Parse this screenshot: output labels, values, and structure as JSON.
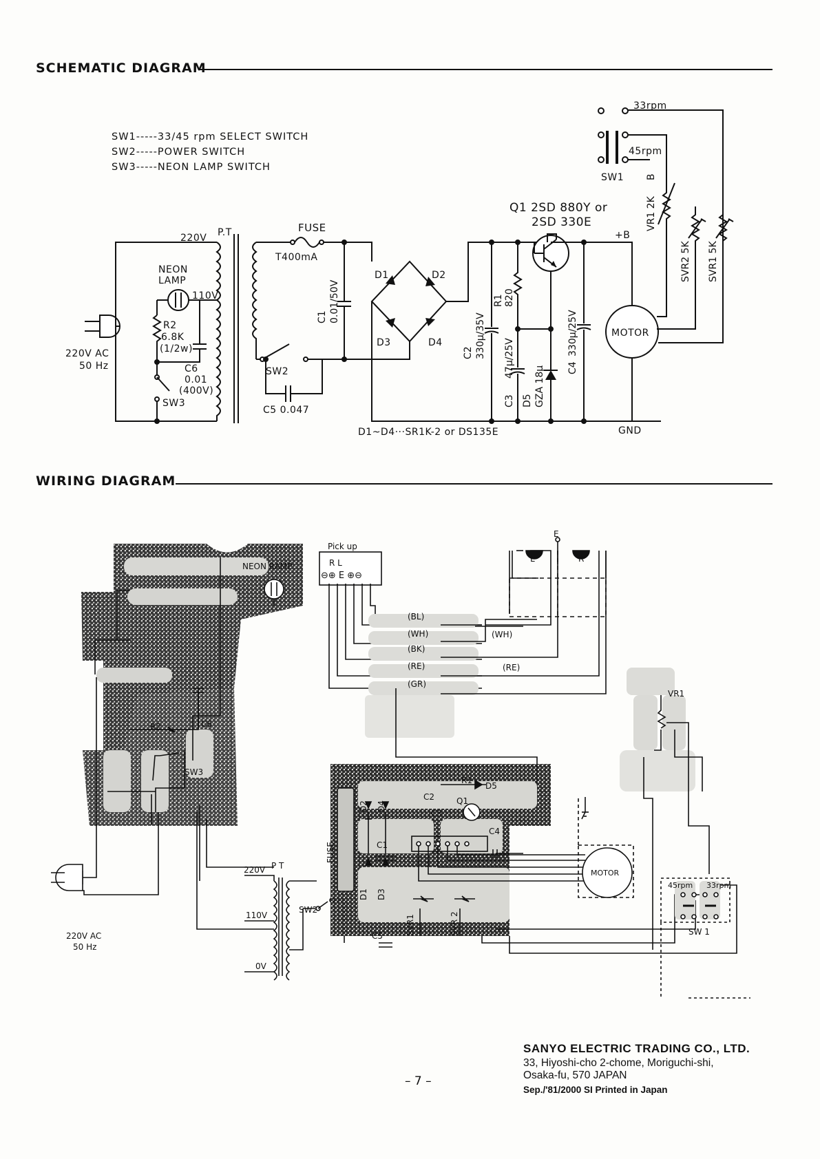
{
  "schematic": {
    "title": "SCHEMATIC DIAGRAM",
    "legend": [
      "SW1-----33/45 rpm  SELECT  SWITCH",
      "SW2-----POWER SWITCH",
      "SW3-----NEON LAMP SWITCH"
    ],
    "labels": {
      "v220": "220V",
      "pt": "P.T",
      "fuse": "FUSE",
      "fuse_rating": "T400mA",
      "neon1": "NEON",
      "neon2": "LAMP",
      "v110": "110V",
      "r2": "R2",
      "r2_val": "6.8K",
      "r2_w": "(1/2w)",
      "c6": "C6",
      "c6_val": "0.01",
      "c6_v": "(400V)",
      "sw3": "SW3",
      "ac1": "220V AC",
      "ac2": "50 Hz",
      "c1": "C1",
      "c1_val": "0.01/50V",
      "sw2": "SW2",
      "c5": "C5  0.047",
      "d1": "D1",
      "d2": "D2",
      "d3": "D3",
      "d4": "D4",
      "diodes": "D1~D4···SR1K-2  or  DS135E",
      "c2": "C2",
      "c2_val": "330μ/35V",
      "r1": "R1",
      "r1_val": "820",
      "c3": "C3",
      "c3_val": "47μ/25V",
      "d5": "D5",
      "d5_val": "GZA 18μ",
      "q1_1": "Q1 2SD 880Y or",
      "q1_2": "2SD 330E",
      "c4": "C4",
      "c4_val": "330μ/25V",
      "motor": "MOTOR",
      "plusb": "+B",
      "gnd": "GND",
      "rpm33": "33rpm",
      "rpm45": "45rpm",
      "sw1": "SW1",
      "b": "B",
      "vr1": "VR1 2K",
      "svr2": "SVR2  5K",
      "svr1": "SVR1  5K"
    }
  },
  "wiring": {
    "title": "WIRING DIAGRAM",
    "labels": {
      "neon": "NEON  RAMP",
      "pickup": "Pick  up",
      "pickup_pins": "R        L",
      "pins": "⊖⊕ E ⊕⊖",
      "l": "L",
      "r": "R",
      "e": "E",
      "bl": "(BL)",
      "wh": "(WH)",
      "wh2": "(WH)",
      "bk": "(BK)",
      "re": "(RE)",
      "re2": "(RE)",
      "gr": "(GR)",
      "vr1": "VR1",
      "r2": "R2",
      "c6": "C6",
      "sw3": "SW3",
      "r1": "R1",
      "c2": "C2",
      "d5": "D5",
      "q1": "Q1",
      "c3": "C3",
      "c4": "C4",
      "d2": "D2",
      "d4": "D4",
      "c1": "C1",
      "fuse": "FUSE",
      "d1": "D1",
      "d3": "D3",
      "c5": "C5",
      "svr1": "SVR1",
      "svr2": "SVR 2",
      "motor": "MOTOR",
      "rpm45": "45rpm",
      "rpm33": "33rpm",
      "sw1": "SW 1",
      "sw2": "SW2",
      "v220": "220V",
      "pt": "P T",
      "v110": "110V",
      "v0": "0V",
      "ac1": "220V  AC",
      "ac2": "50 Hz"
    }
  },
  "footer": {
    "company": "SANYO ELECTRIC TRADING CO., LTD.",
    "address1": "33, Hiyoshi-cho 2-chome, Moriguchi-shi,",
    "address2": "Osaka-fu, 570 JAPAN",
    "printed": "Sep./'81/2000 SI Printed in Japan",
    "page": "– 7 –"
  }
}
